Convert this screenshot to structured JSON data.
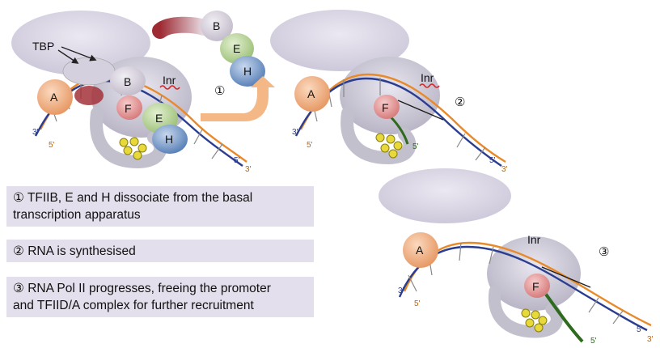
{
  "colors": {
    "pol_body": "#d5d2df",
    "pol_shadow": "#b5b2c2",
    "dna_a": "#e8892a",
    "dna_b": "#2a3d8f",
    "rna": "#2e6b1f",
    "tbp": "#d9d6e2",
    "factor_a": "#f0b48a",
    "factor_b": "#d8d2dc",
    "factor_f": "#e7a3a3",
    "factor_e": "#b9d39a",
    "factor_h": "#7f9fc9",
    "factor_b_free": "#a3333a",
    "arrow": "#f4b887",
    "caption_bg": "#e4dfec",
    "inr_wave": "#d62828",
    "yellow_dots": "#e8d93a"
  },
  "labels": {
    "tbp": "TBP",
    "a": "A",
    "b": "B",
    "f": "F",
    "e": "E",
    "h": "H",
    "inr": "Inr",
    "three_prime": "3'",
    "five_prime": "5'",
    "step1": "①",
    "step2": "②",
    "step3": "③"
  },
  "captions": {
    "step1_line1": "① TFIIB, E and H dissociate from the basal",
    "step1_line2": "transcription apparatus",
    "step2": "② RNA is synthesised",
    "step3_line1": "③ RNA Pol II progresses, freeing the promoter",
    "step3_line2": "and TFIID/A complex for further recruitment"
  }
}
